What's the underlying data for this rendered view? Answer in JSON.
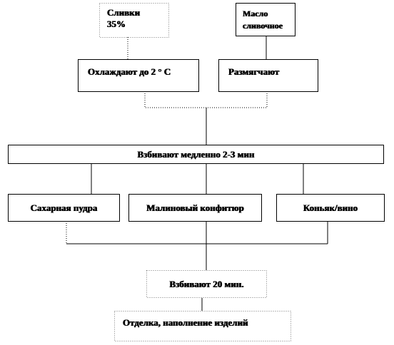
{
  "boxes": {
    "cream": {
      "line1": "Сливки",
      "line2": "35%"
    },
    "butter": {
      "line1": "Масло",
      "line2": "сливочное"
    },
    "cool": "Охлаждают до 2 ° С",
    "soften": "Размягчают",
    "whip_slow": "Взбивают медленно 2-3 мин",
    "sugar": "Сахарная пудра",
    "confiture": "Малиновый конфитюр",
    "cognac": "Коньяк/вино",
    "whip_20": "Взбивают 20 мин.",
    "finish": "Отделка, наполнение изделий"
  }
}
